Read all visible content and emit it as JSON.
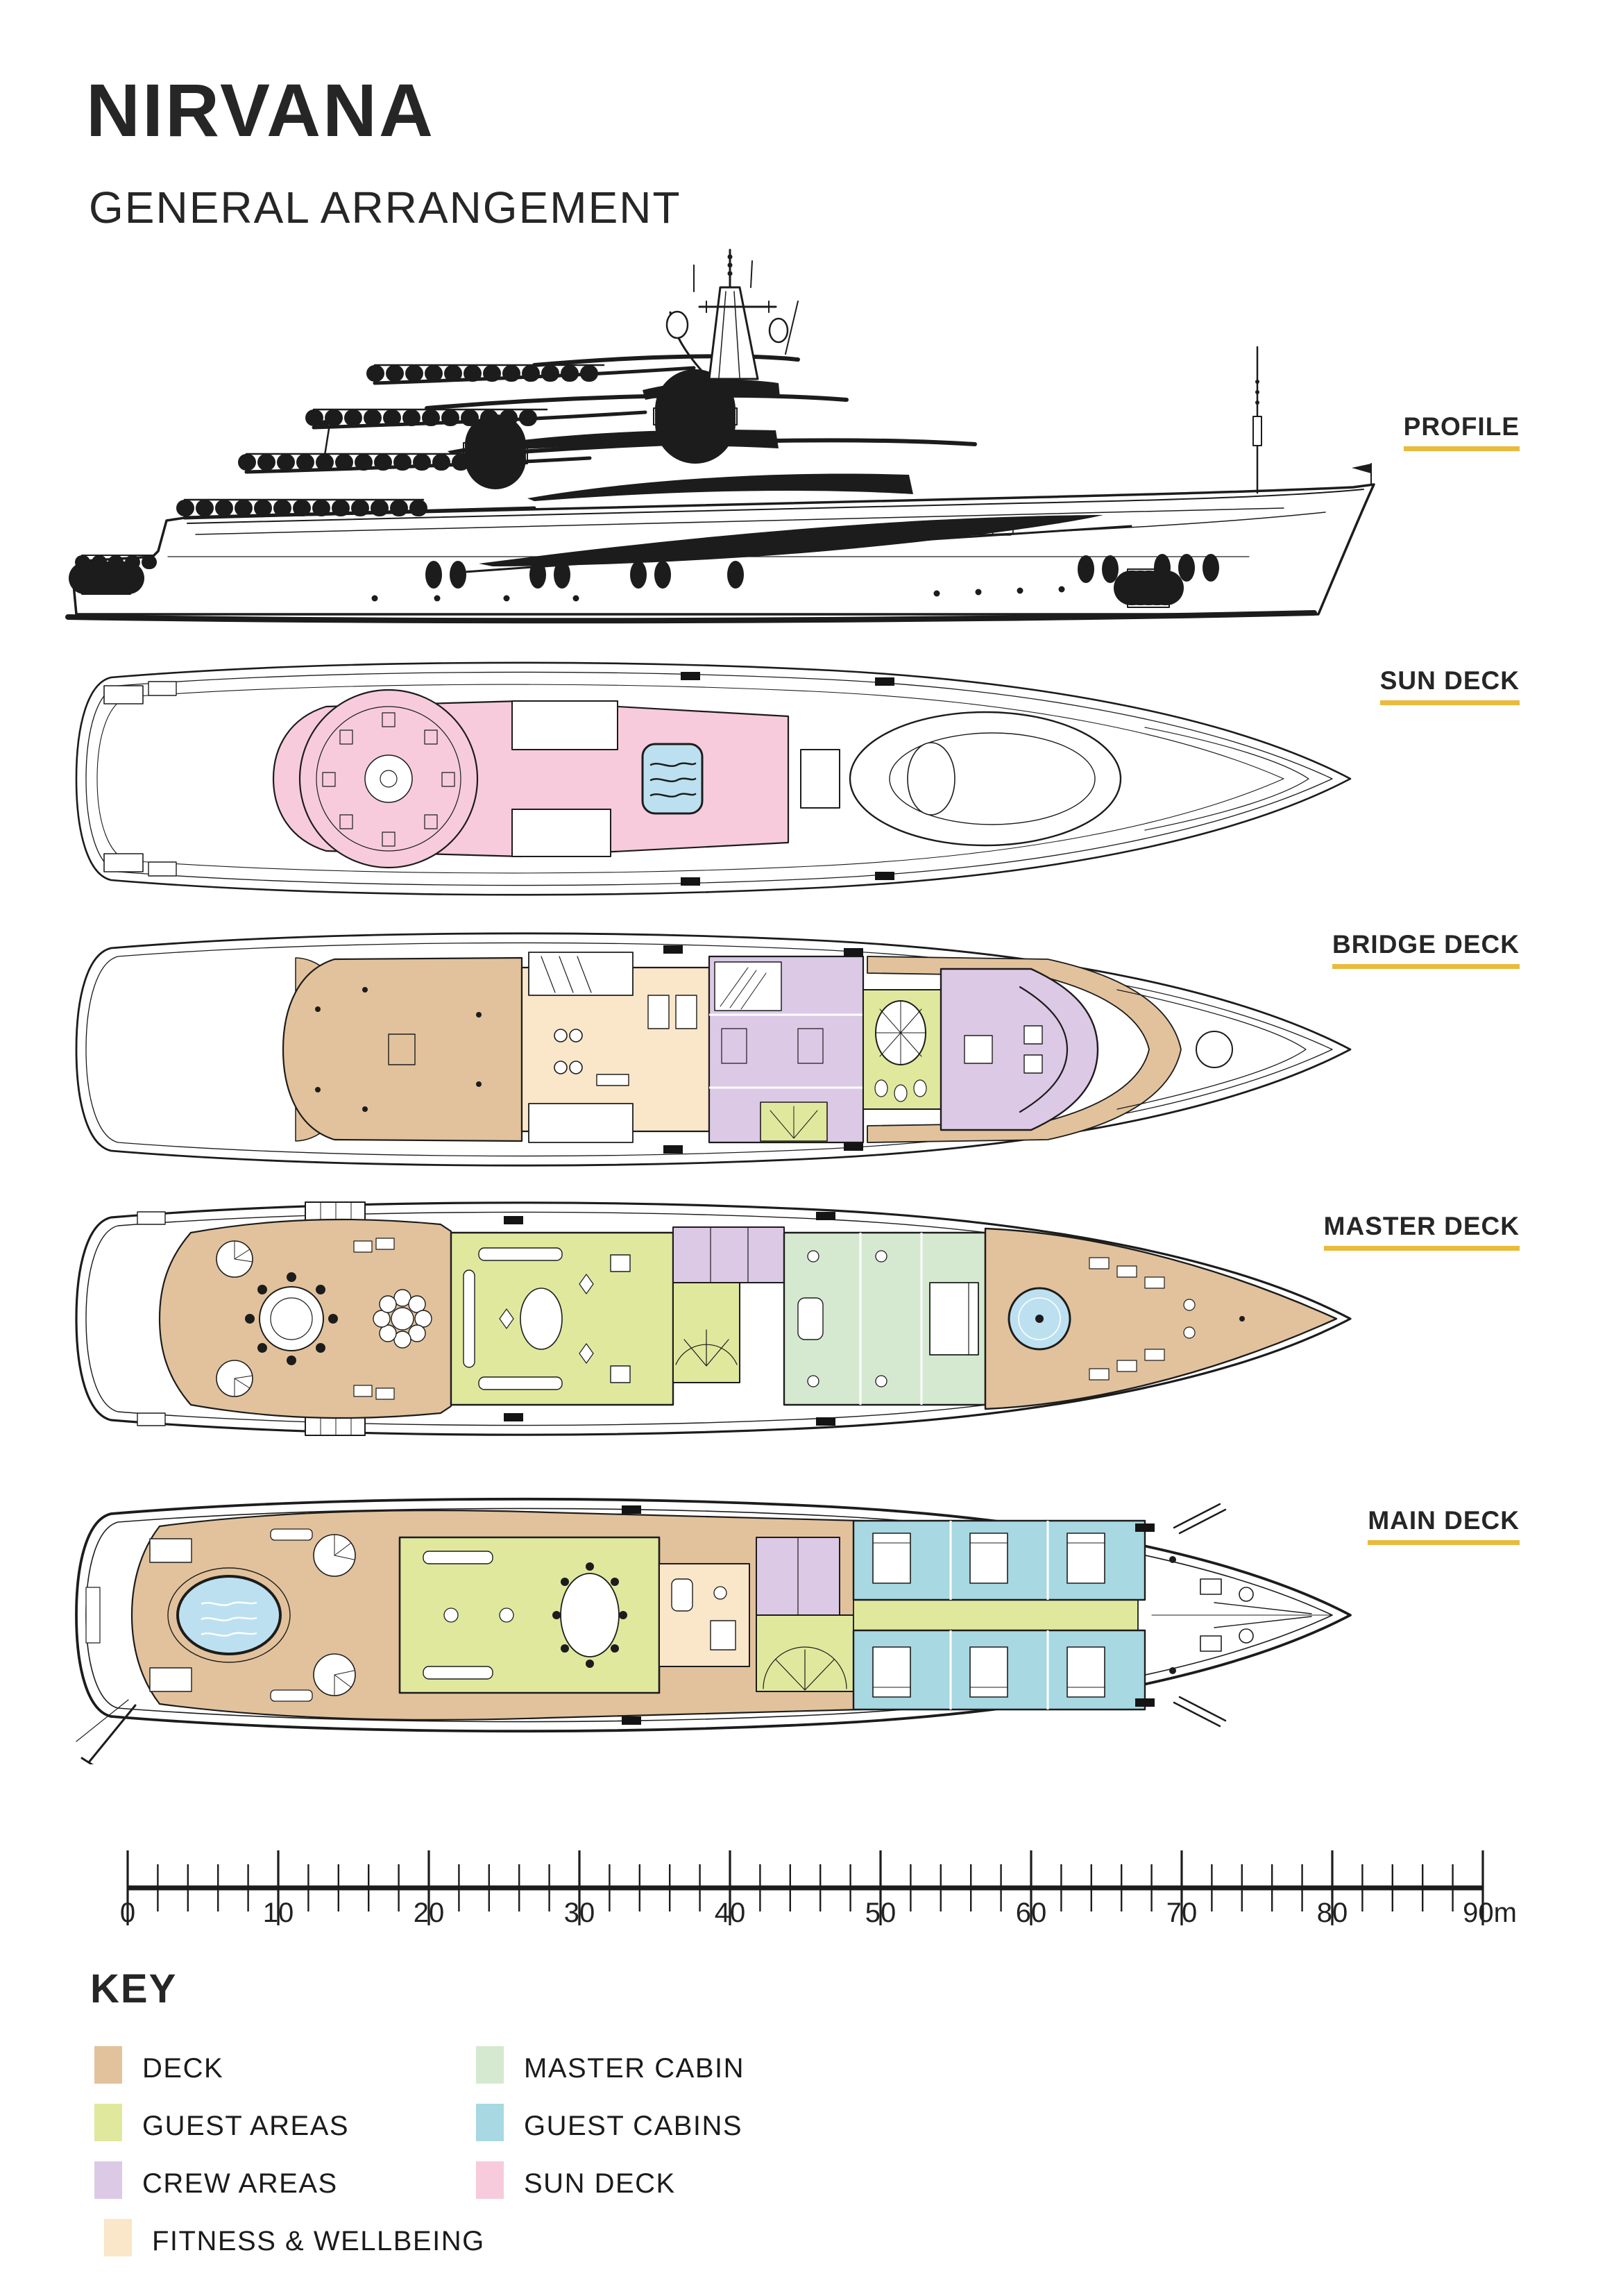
{
  "page": {
    "title": "NIRVANA",
    "subtitle": "GENERAL ARRANGEMENT"
  },
  "sections": [
    {
      "id": "profile",
      "label": "PROFILE"
    },
    {
      "id": "sun-deck",
      "label": "SUN DECK"
    },
    {
      "id": "bridge-deck",
      "label": "BRIDGE DECK"
    },
    {
      "id": "master-deck",
      "label": "MASTER DECK"
    },
    {
      "id": "main-deck",
      "label": "MAIN DECK"
    }
  ],
  "scale": {
    "unit": "m",
    "max": 90,
    "step_minor": 2,
    "step_major": 10,
    "labels": [
      "0",
      "10",
      "20",
      "30",
      "40",
      "50",
      "60",
      "70",
      "80",
      "90m"
    ]
  },
  "key": {
    "heading": "KEY",
    "items": [
      {
        "label": "DECK",
        "color": "#E2C29C"
      },
      {
        "label": "GUEST AREAS",
        "color": "#E0E89E"
      },
      {
        "label": "CREW AREAS",
        "color": "#DCC9E6"
      },
      {
        "label": "FITNESS & WELLBEING",
        "color": "#FAE6C9"
      },
      {
        "label": "MASTER CABIN",
        "color": "#D5E9D0"
      },
      {
        "label": "GUEST CABINS",
        "color": "#A8D8E1"
      },
      {
        "label": "SUN DECK",
        "color": "#F7CBDC"
      }
    ]
  },
  "colors": {
    "accent": "#E9BA3C",
    "line": "#1C1C1C",
    "deck": "#E2C29C",
    "guest": "#E0E89E",
    "crew": "#DCC9E6",
    "fitness": "#FAE6C9",
    "master": "#D5E9D0",
    "cabins": "#A8D8E1",
    "sun": "#F7CBDC",
    "pool": "#BCE0F0"
  }
}
